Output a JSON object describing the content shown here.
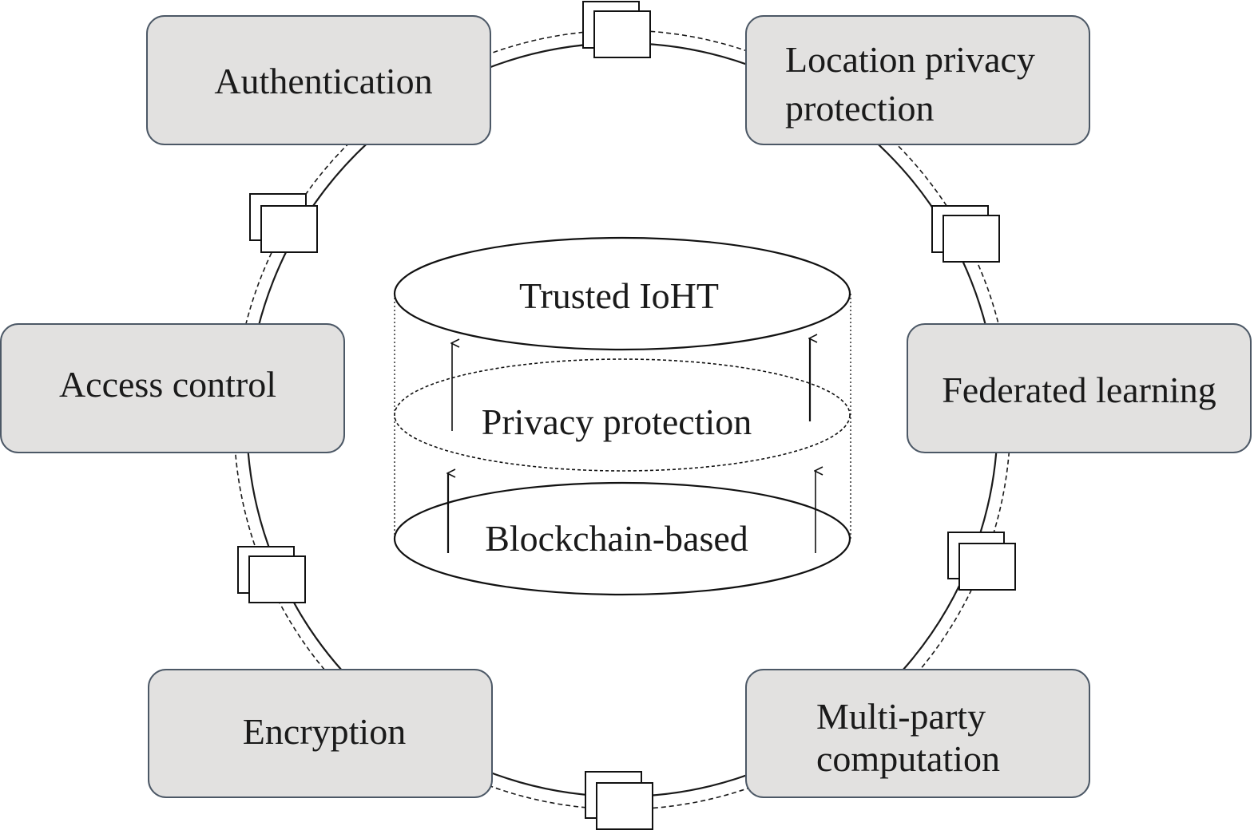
{
  "diagram": {
    "center": {
      "top_label": "Trusted IoHT",
      "middle_label": "Privacy protection",
      "bottom_label": "Blockchain-based"
    },
    "boxes": {
      "authentication": [
        "Authentication"
      ],
      "location_privacy": [
        "Location privacy",
        "protection"
      ],
      "access_control": [
        "Access control"
      ],
      "federated_learning": [
        "Federated learning"
      ],
      "encryption": [
        "Encryption"
      ],
      "multi_party": [
        "Multi-party",
        "computation"
      ]
    },
    "colors": {
      "box_fill": "#e2e1e0",
      "box_border": "#4c5866",
      "line": "#1a1a1a"
    }
  }
}
